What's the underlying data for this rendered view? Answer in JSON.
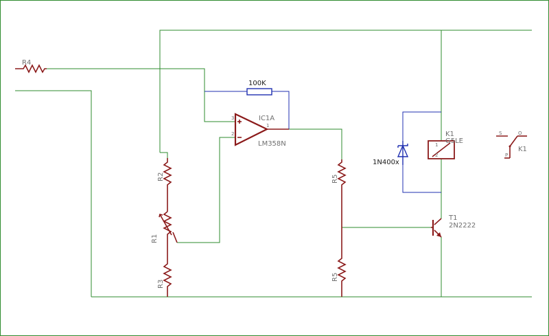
{
  "components": {
    "r4": {
      "ref": "R4"
    },
    "r2": {
      "ref": "R2"
    },
    "r1": {
      "ref": "R1"
    },
    "r3": {
      "ref": "R3"
    },
    "r5_top": {
      "ref": "R5"
    },
    "r5_bottom": {
      "ref": "R5"
    },
    "feedback_resistor": {
      "value": "100K"
    },
    "opamp": {
      "ref": "IC1A",
      "part": "LM358N",
      "pin_plus": "3",
      "pin_minus": "2",
      "pin_out": "1"
    },
    "diode": {
      "part": "1N400x"
    },
    "relay": {
      "ref": "K1",
      "part": "G5LE",
      "pin_1": "1",
      "pin_2": "2"
    },
    "relay_contact": {
      "ref": "K1",
      "pin_s": "S",
      "pin_o": "O",
      "pin_p": "P"
    },
    "transistor": {
      "ref": "T1",
      "part": "2N2222"
    }
  },
  "colors": {
    "wire_net": "#2e8b2e",
    "wire_feedback": "#1f2fb0",
    "component": "#8b1a1a",
    "label": "#6f6f6f",
    "frame": "#2e8b2e"
  }
}
